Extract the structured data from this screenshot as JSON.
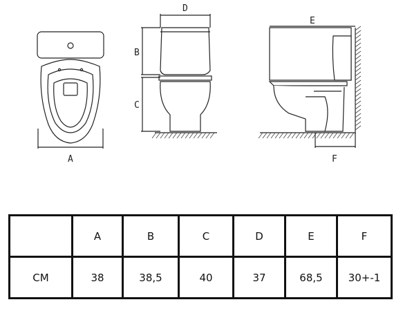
{
  "drawing": {
    "labels": {
      "a": "A",
      "b": "B",
      "c": "C",
      "d": "D",
      "e": "E",
      "f": "F"
    }
  },
  "table": {
    "header": [
      "",
      "A",
      "B",
      "C",
      "D",
      "E",
      "F"
    ],
    "row": [
      "CM",
      "38",
      "38,5",
      "40",
      "37",
      "68,5",
      "30+-1"
    ]
  }
}
